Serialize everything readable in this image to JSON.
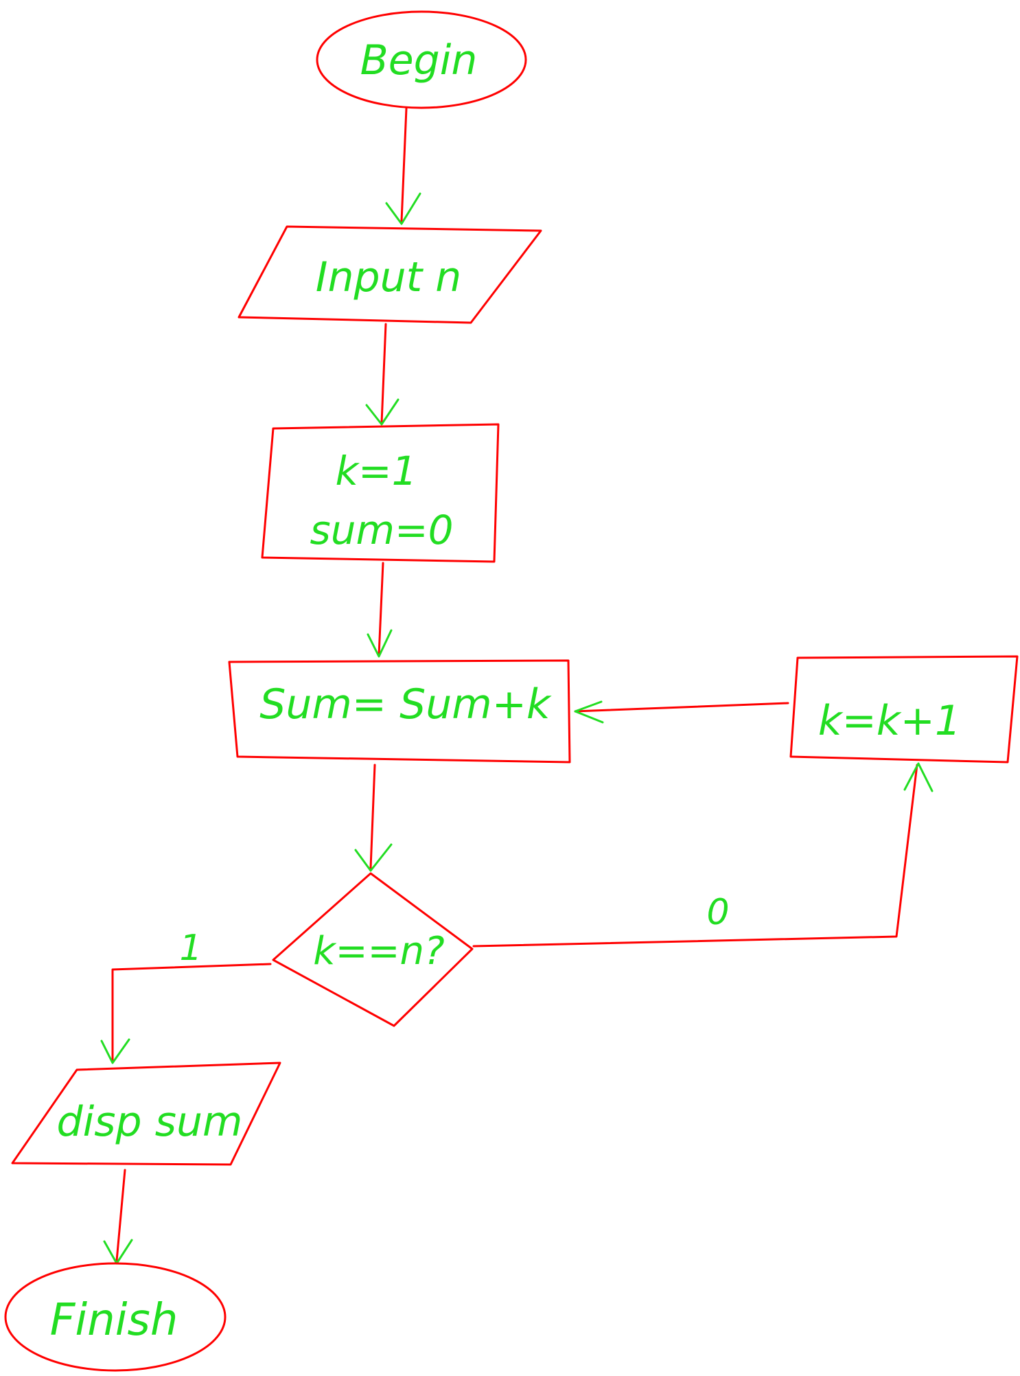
{
  "colors": {
    "shape_stroke": "#ff0000",
    "text": "#22dd22",
    "arrowhead": "#22dd22",
    "background": "#ffffff"
  },
  "nodes": {
    "begin": {
      "shape": "ellipse",
      "label": "Begin"
    },
    "input": {
      "shape": "parallelogram",
      "label": "Input n"
    },
    "init": {
      "shape": "rectangle",
      "label_line1": "k=1",
      "label_line2": "sum=0"
    },
    "accumulate": {
      "shape": "rectangle",
      "label": "Sum= Sum+k"
    },
    "increment": {
      "shape": "rectangle",
      "label": "k=k+1"
    },
    "decision": {
      "shape": "diamond",
      "label": "k==n?"
    },
    "output": {
      "shape": "parallelogram",
      "label": "disp sum"
    },
    "finish": {
      "shape": "ellipse",
      "label": "Finish"
    }
  },
  "edges": {
    "yes_label": "1",
    "no_label": "0"
  }
}
